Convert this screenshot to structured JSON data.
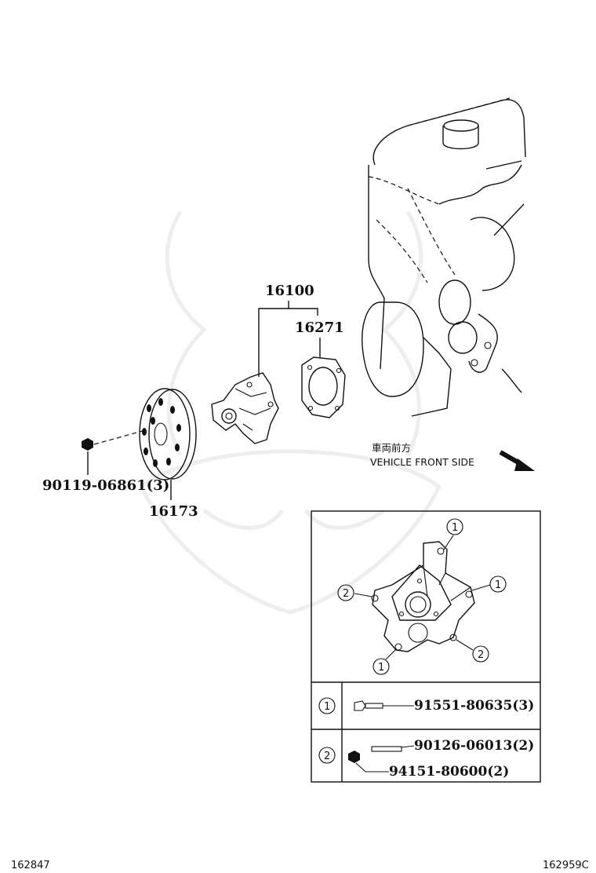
{
  "parts": {
    "water_pump_assy": "16100",
    "gasket": "16271",
    "pulley": "16173",
    "pulley_bolt": "90119-06861(3)"
  },
  "direction": {
    "jp": "車両前方",
    "en": "VEHICLE FRONT SIDE"
  },
  "detail": {
    "callout_1": "1",
    "callout_2": "2",
    "row1": {
      "index": "1",
      "part": "91551-80635(3)"
    },
    "row2": {
      "index": "2",
      "stud": "90126-06013(2)",
      "nut": "94151-80600(2)"
    }
  },
  "footer": {
    "left_id": "162847",
    "right_id": "162959C"
  }
}
